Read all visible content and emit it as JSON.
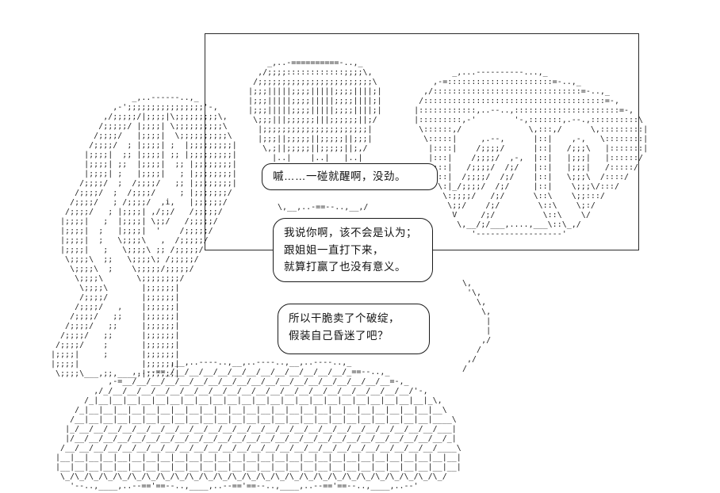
{
  "scene": {
    "kind": "ascii-art-dialogue-scene",
    "background_color": "#ffffff",
    "ink_color": "#222222",
    "bubble_border_color": "#1a1a1a"
  },
  "dialogue": {
    "bubbles": [
      {
        "id": "bubble-1",
        "lines": [
          "嘁……一碰就醒啊，没劲。"
        ]
      },
      {
        "id": "bubble-2",
        "lines": [
          "我说你啊，该不会是认为；",
          "跟姐姐一直打下来，",
          "就算打赢了也没有意义。"
        ]
      },
      {
        "id": "bubble-3",
        "lines": [
          "所以干脆卖了个破绽，",
          "假装自己昏迷了吧？"
        ]
      }
    ]
  },
  "ascii_art": {
    "top_blob": [
      "       _,..-==========-..,_",
      "     ,/;;;;::::::::::::;;;;\\,",
      "    /;;;;;;;;;;;;;;;;;;;;;;;;\\",
      "   |;;;|||||;;;;|||||;;;;||||;|",
      "   |;;;|||||;;;;|||||;;;;||||;|",
      "   |;;;|||||;;;;|||||;;;;||||;|",
      "    \\;;;|||;;;;;;|||;;;;;;||;/",
      "     |;;;;;;;;;;;;;;;;;;;;;;|",
      "     |;;;||;;;;;||;;;;;||;;;|",
      "      \\,;||;;;;;||;;;;;||;,/",
      "        |..|    |..|   |..|"
    ],
    "right_arm": [
      "            _,...----------...,_",
      "        ,-=::::::::::::::::::::::=-..,_",
      "      ,/:::::::::::::::::::::::::::::::=-..,_",
      "     /::::::::::::::::::::::::::::::::::::::=-,",
      "    |::::::::::::,..--..,::::::::::::::::::::::=-,",
      "    |:::::::::,-'        '-,:::::::,.--.,::::::::::\\",
      "     \\::::::,/              \\,:::,/      \\,:::::::::|",
      "      \\:::::|     ,.--,      |::|    ,-,   \\::::::::|",
      "       |::::|    /;;;;/      |::|   /;;;\\   |:::::::|",
      "       |:::|    /;;;;/  ,-,  |::|   |;;;|   |::::::/",
      "       |:::|   /;;;;/  /;/   |::|   |;;;|   /:::::/",
      "        \\::|  /;;;;/  /;/    |::|   \\;;;\\  /::::/",
      "         \\:|_/;;;;/  /;/     |::|    \\;;;\\/:::/",
      "          \\:;;;;/   /;/      \\::\\    \\;;:::/",
      "           \\;;/    /;/        \\::\\    \\;:/",
      "            V     /;/          \\::\\    \\/",
      "             \\,__/;/___,....,___\\::\\_,/",
      "                '------------------'"
    ],
    "left_hair": [
      "                 _,..------..,_",
      "             ,-';;;;;;;;;;;;;;;;'-,",
      "           ,/;;;;;/|;;;;|\\;;;;;;;;;\\,",
      "          /;;;;;/ |;;;;| \\;;;;;;;;;;\\",
      "         /;;;;/   |;;;;|  \\;;;;;;;;;;\\",
      "        /;;;;/  ; |;;;;| ;  |;;;;;;;;;|",
      "       |;;;;|  ;; |;;;;| ;; |;;;;;;;;;|",
      "       |;;;;| ;;  |;;;;|  ;; |;;;;;;;;|",
      "       |;;;;| ;   |;;;;|   ; |;;;;;;;;|",
      "      /;;;;/  ;  /;;;;/   ;; |;;;;;;;;|",
      "     /;;;;/  ;  /;;;;/     ; |;;;;;;;/",
      "    /;;;;/   ; /;;;;/  ,i,   |;;;;;;/",
      "   /;;;;/   ; |;;;;| ,/;;/   /;;;;;/",
      "  |;;;;|   ;  |;;;;| \\;;/   /;;;;;/",
      "  |;;;;|  ;   |;;;;|  '    /;;;;;/",
      "  |;;;;|  ;   \\;;;;\\   ,  /;;;;;/",
      "  |;;;;|   ;   \\;;;;\\ ;; /;;;;;/",
      "   \\;;;;\\  ;;   \\;;;;\\; /;;;;;/",
      "    \\;;;;\\  ;    \\;;;;;/;;;;;/",
      "     \\;;;;\\       \\;;;;;;;;/",
      "      \\;;;;\\       |;;;;;;|",
      "      /;;;;/       |;;;;;;|",
      "     /;;;;/   ,    |;;;;;;|",
      "    /;;;;/   ;;    |;;;;;;|",
      "   /;;;;/   ;;     |;;;;;;|",
      "  /;;;;/   ;;      |;;;;;;|",
      " /;;;;/    ;       |;;;;;;|",
      "|;;;;|     ;       |;;;;;;|",
      "|;;;;|             |;;;;;;|",
      " \\;;;;\\___,;;,____,|;;;;;;|"
    ],
    "bottom_body": [
      "                          ,__,..----..,__,..----..,__,..----..,_",
      "                  ,..--==_/__/__/__/__/__/__/__/__/__/__/__/__/_==--..,_",
      "             ,-=__/__/__/__/__/__/__/__/__/__/__/__/__/__/__/__/__/__/__=-,_",
      "          ,/_/__/__/__/__/__/__/__/__/__/__/__/__/__/__/__/__/__/__/__/__/__/'-,",
      "        /_|__|__|__|__|__|__|__|__|__|__|__|__|__|__|__|__|__|__|__|__|__|__|__|_\\,",
      "      /_|__|__|__|__|__|__|__|__|__|__|__|__|__|__|__|__|__|__|__|__|__|__|__|__|__\\",
      "     /__|__|__|__|__|__|__|__|__|__|__|__|__|__|__|__|__|__|__|__|__|__|__|__|__|____\\",
      "    |_/__/__/__/__/__/__/__/__/__/__/__/__/__/__/__/__/__/__/__/__/__/__/__/__/__/___|",
      "    |/__/__/__/__/__/__/__/__/__/__/__/__/__/__/__/__/__/__/__/__/__/__/__/__/__/__/_|",
      "   /__/__/__/__/__/__/__/__/__/__/__/__/__/__/__/__/__/__/__/__/__/__/__/__/__/__/____\\",
      "  |__|__|__|__|__|__|__|__|__|__|__|__|__|__|__|__|__|__|__|__|__|__|__|__|__|__|__|__|",
      "  |__|__|__|__|__|__|__|__|__|__|__|__|__|__|__|__|__|__|__|__|__|__|__|__|__|__|__|__|",
      "   \\_/\\_/\\_/\\_/\\_/\\_/\\_/\\_/\\_/\\_/\\_/\\_/\\_/\\_/\\_/\\_/\\_/\\_/\\_/\\_/\\_/\\_/\\_/\\_/\\_/\\_/\\_/",
      "     '--..,____,..--=='==--..,____,..--=='==--..,____,..--=='==--..,____,..--'"
    ],
    "divider": [
      " \\,__,..-==--..,__,/"
    ],
    "back_curve": [
      "\\,",
      " '\\,",
      "   \\,",
      "    \\,",
      "     |",
      "     |",
      "    ,/",
      "   /",
      " ,/",
      "/"
    ]
  }
}
